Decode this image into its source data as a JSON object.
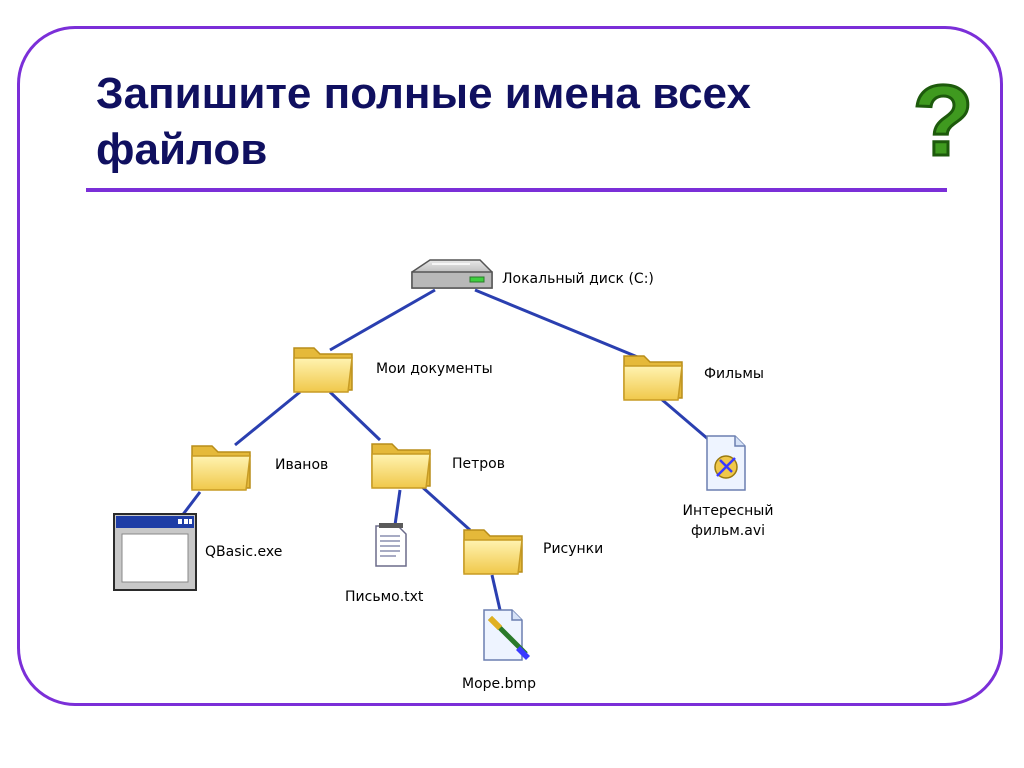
{
  "slide": {
    "title": "Запишите полные имена всех файлов",
    "question_mark": "?"
  },
  "tree": {
    "root": {
      "label": "Локальный диск (C:)",
      "icon": "hard-disk-icon"
    },
    "folders": {
      "my_documents": {
        "label": "Мои документы",
        "icon": "folder-icon"
      },
      "films": {
        "label": "Фильмы",
        "icon": "folder-icon"
      },
      "ivanov": {
        "label": "Иванов",
        "icon": "folder-icon"
      },
      "petrov": {
        "label": "Петров",
        "icon": "folder-icon"
      },
      "pictures": {
        "label": "Рисунки",
        "icon": "folder-icon"
      }
    },
    "files": {
      "qbasic": {
        "label": "QBasic.exe",
        "icon": "application-window-icon"
      },
      "letter": {
        "label": "Письмо.txt",
        "icon": "text-document-icon"
      },
      "sea": {
        "label": "Море.bmp",
        "icon": "image-paint-icon"
      },
      "film": {
        "label_line1": "Интересный",
        "label_line2": "фильм.avi",
        "icon": "video-file-icon"
      }
    }
  },
  "colors": {
    "frame": "#7b2fd8",
    "title": "#101060",
    "connector": "#2a3fb0",
    "question_mark": "#3f9a1f"
  }
}
